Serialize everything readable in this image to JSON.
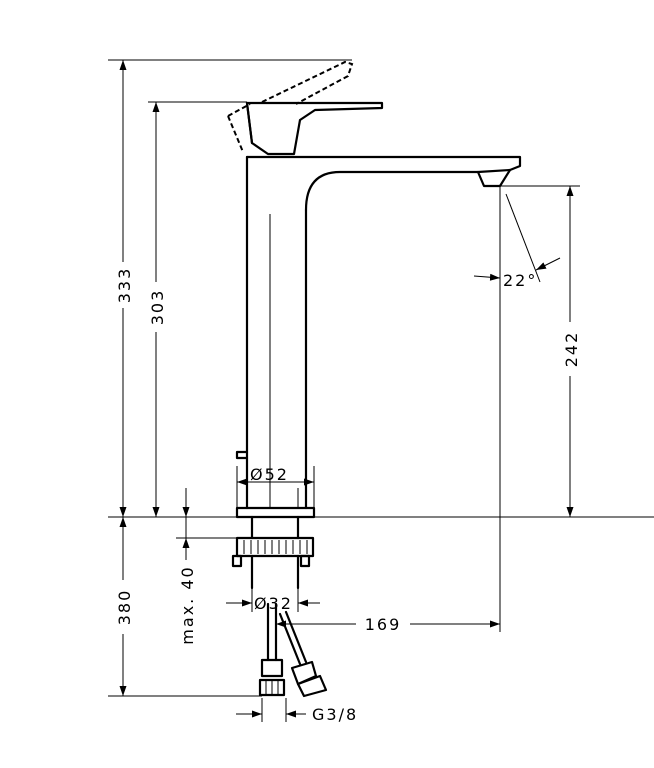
{
  "dimensions": {
    "overall_height": "333",
    "lever_height": "303",
    "spout_height": "242",
    "spout_angle": "22°",
    "body_diameter": "Ø52",
    "shank_diameter": "Ø32",
    "counter_thickness": "max. 40",
    "below_counter": "380",
    "projection": "169",
    "connection_thread": "G3/8"
  },
  "colors": {
    "line": "#000000",
    "background": "#ffffff"
  }
}
